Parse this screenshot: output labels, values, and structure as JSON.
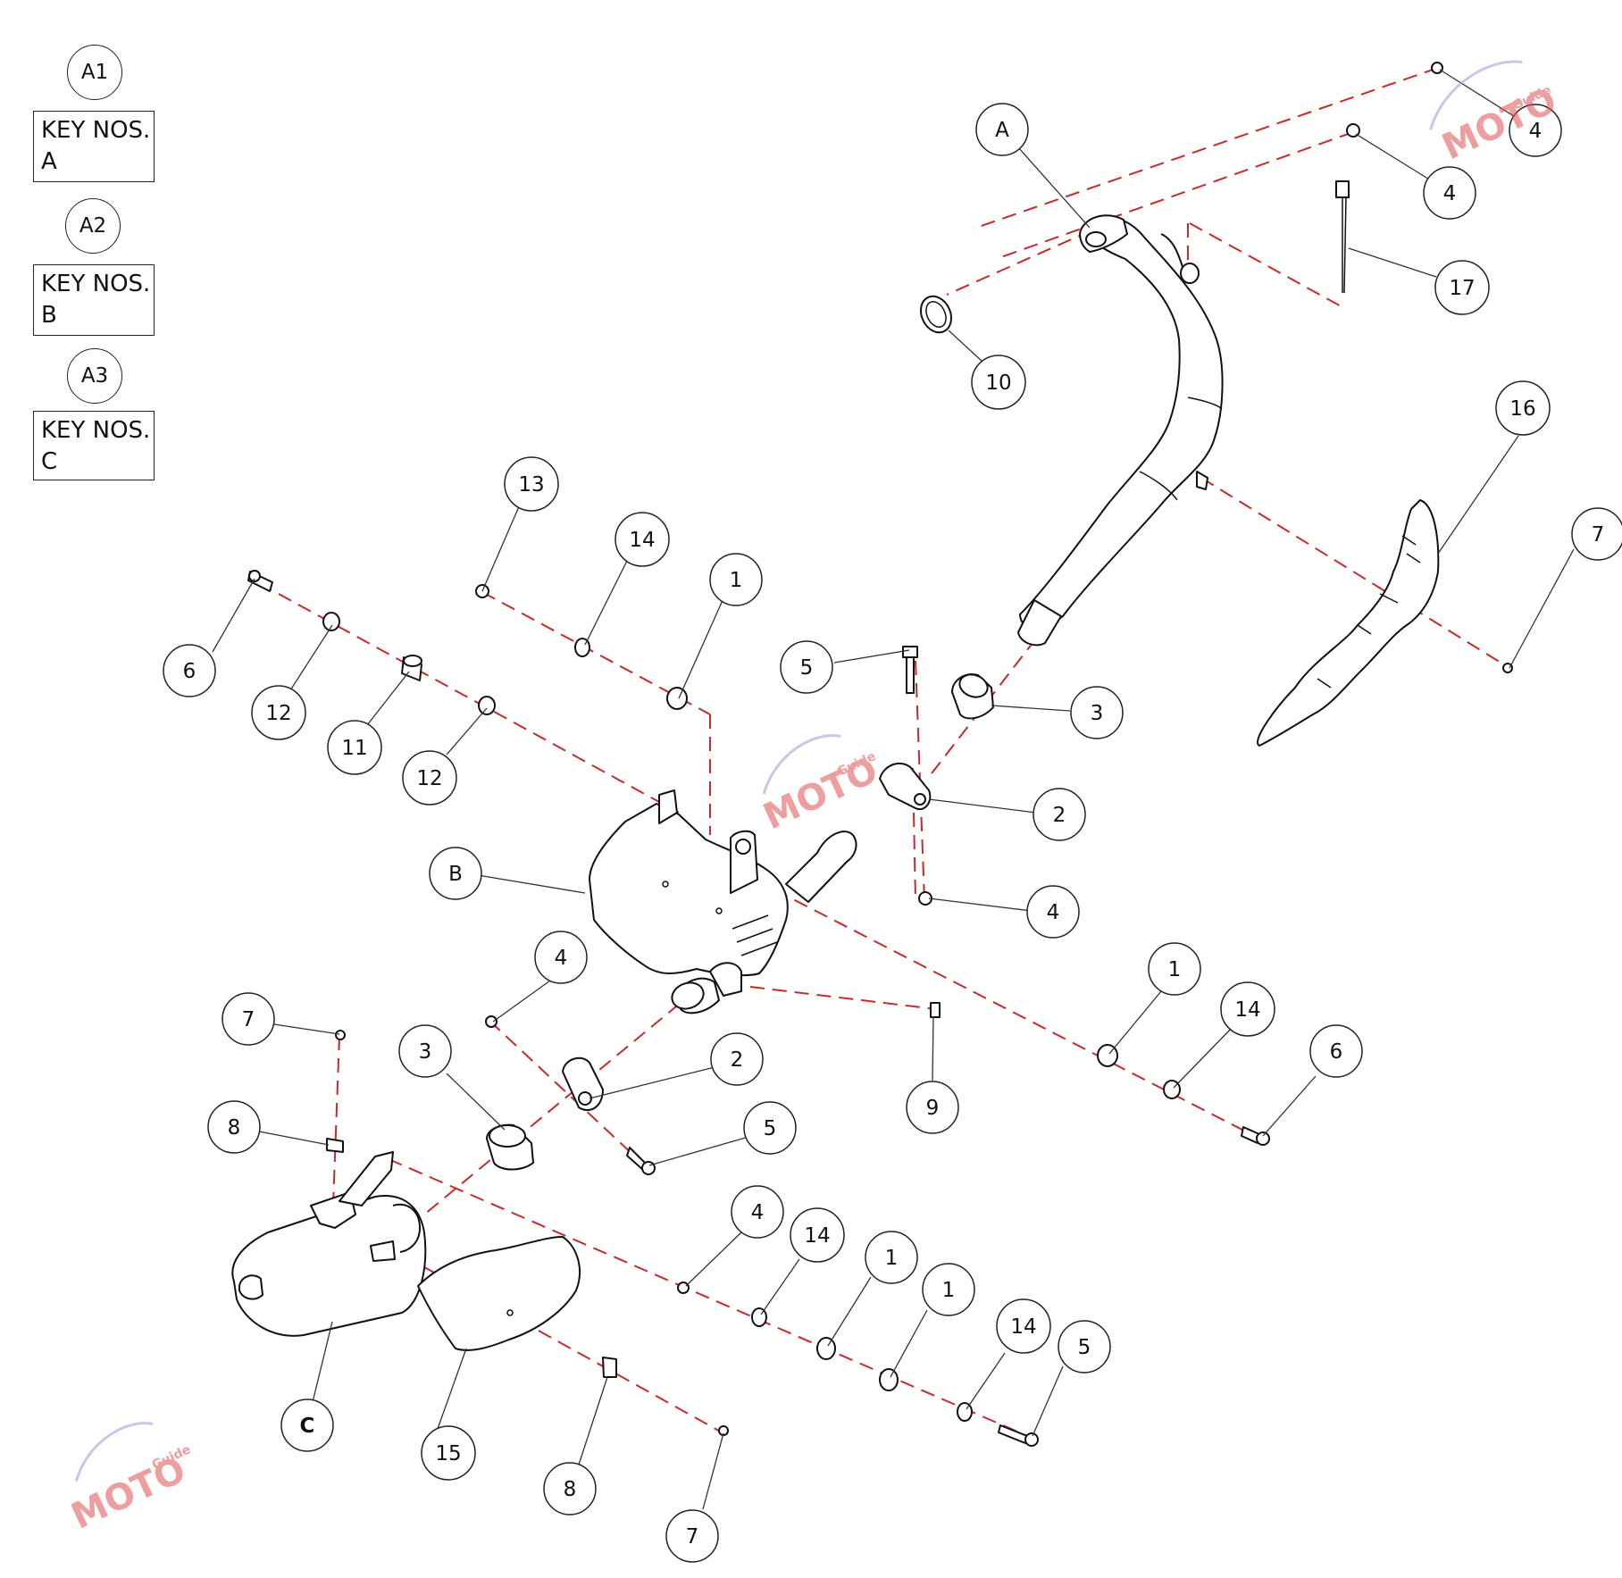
{
  "legend": [
    {
      "circle": "A1",
      "line1": "KEY NOS.",
      "line2": "A"
    },
    {
      "circle": "A2",
      "line1": "KEY NOS.",
      "line2": "B"
    },
    {
      "circle": "A3",
      "line1": "KEY NOS.",
      "line2": "C"
    }
  ],
  "callouts": [
    {
      "id": "c-4a",
      "text": "4"
    },
    {
      "id": "c-4b",
      "text": "4"
    },
    {
      "id": "c-A",
      "text": "A"
    },
    {
      "id": "c-17",
      "text": "17"
    },
    {
      "id": "c-10",
      "text": "10"
    },
    {
      "id": "c-16",
      "text": "16"
    },
    {
      "id": "c-7a",
      "text": "7"
    },
    {
      "id": "c-13",
      "text": "13"
    },
    {
      "id": "c-14a",
      "text": "14"
    },
    {
      "id": "c-1a",
      "text": "1"
    },
    {
      "id": "c-6a",
      "text": "6"
    },
    {
      "id": "c-12a",
      "text": "12"
    },
    {
      "id": "c-11",
      "text": "11"
    },
    {
      "id": "c-12b",
      "text": "12"
    },
    {
      "id": "c-5a",
      "text": "5"
    },
    {
      "id": "c-3a",
      "text": "3"
    },
    {
      "id": "c-2a",
      "text": "2"
    },
    {
      "id": "c-4c",
      "text": "4"
    },
    {
      "id": "c-B",
      "text": "B"
    },
    {
      "id": "c-1b",
      "text": "1"
    },
    {
      "id": "c-14b",
      "text": "14"
    },
    {
      "id": "c-6b",
      "text": "6"
    },
    {
      "id": "c-4d",
      "text": "4"
    },
    {
      "id": "c-7b",
      "text": "7"
    },
    {
      "id": "c-3b",
      "text": "3"
    },
    {
      "id": "c-2b",
      "text": "2"
    },
    {
      "id": "c-9",
      "text": "9"
    },
    {
      "id": "c-8a",
      "text": "8"
    },
    {
      "id": "c-5b",
      "text": "5"
    },
    {
      "id": "c-4e",
      "text": "4"
    },
    {
      "id": "c-14c",
      "text": "14"
    },
    {
      "id": "c-1c",
      "text": "1"
    },
    {
      "id": "c-1d",
      "text": "1"
    },
    {
      "id": "c-14d",
      "text": "14"
    },
    {
      "id": "c-5c",
      "text": "5"
    },
    {
      "id": "c-C",
      "text": "C"
    },
    {
      "id": "c-15",
      "text": "15"
    },
    {
      "id": "c-8b",
      "text": "8"
    },
    {
      "id": "c-7c",
      "text": "7"
    }
  ],
  "watermark": {
    "brand": "MOTO",
    "sub": "Guide"
  },
  "colors": {
    "dash": "#c62a2a",
    "line": "#111111",
    "watermark": "#e05050"
  }
}
